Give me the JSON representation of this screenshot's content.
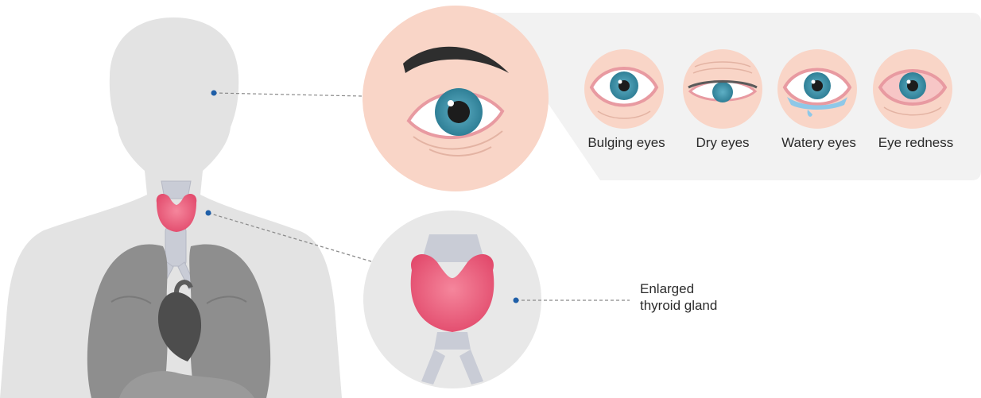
{
  "eye_symptoms": [
    {
      "label": "Bulging eyes",
      "icon": "bulging-eye-icon"
    },
    {
      "label": "Dry eyes",
      "icon": "dry-eye-icon"
    },
    {
      "label": "Watery eyes",
      "icon": "watery-eye-icon"
    },
    {
      "label": "Eye redness",
      "icon": "red-eye-icon"
    }
  ],
  "thyroid_callout": {
    "line1": "Enlarged",
    "line2": "thyroid gland"
  },
  "colors": {
    "silhouette": "#e3e3e3",
    "panel": "#f2f2f2",
    "skin": "#f9d5c7",
    "iris": "#3e8da3",
    "thyroid": "#ef5b7a",
    "dot": "#1f5fa8",
    "lung": "#8e8e8e"
  }
}
